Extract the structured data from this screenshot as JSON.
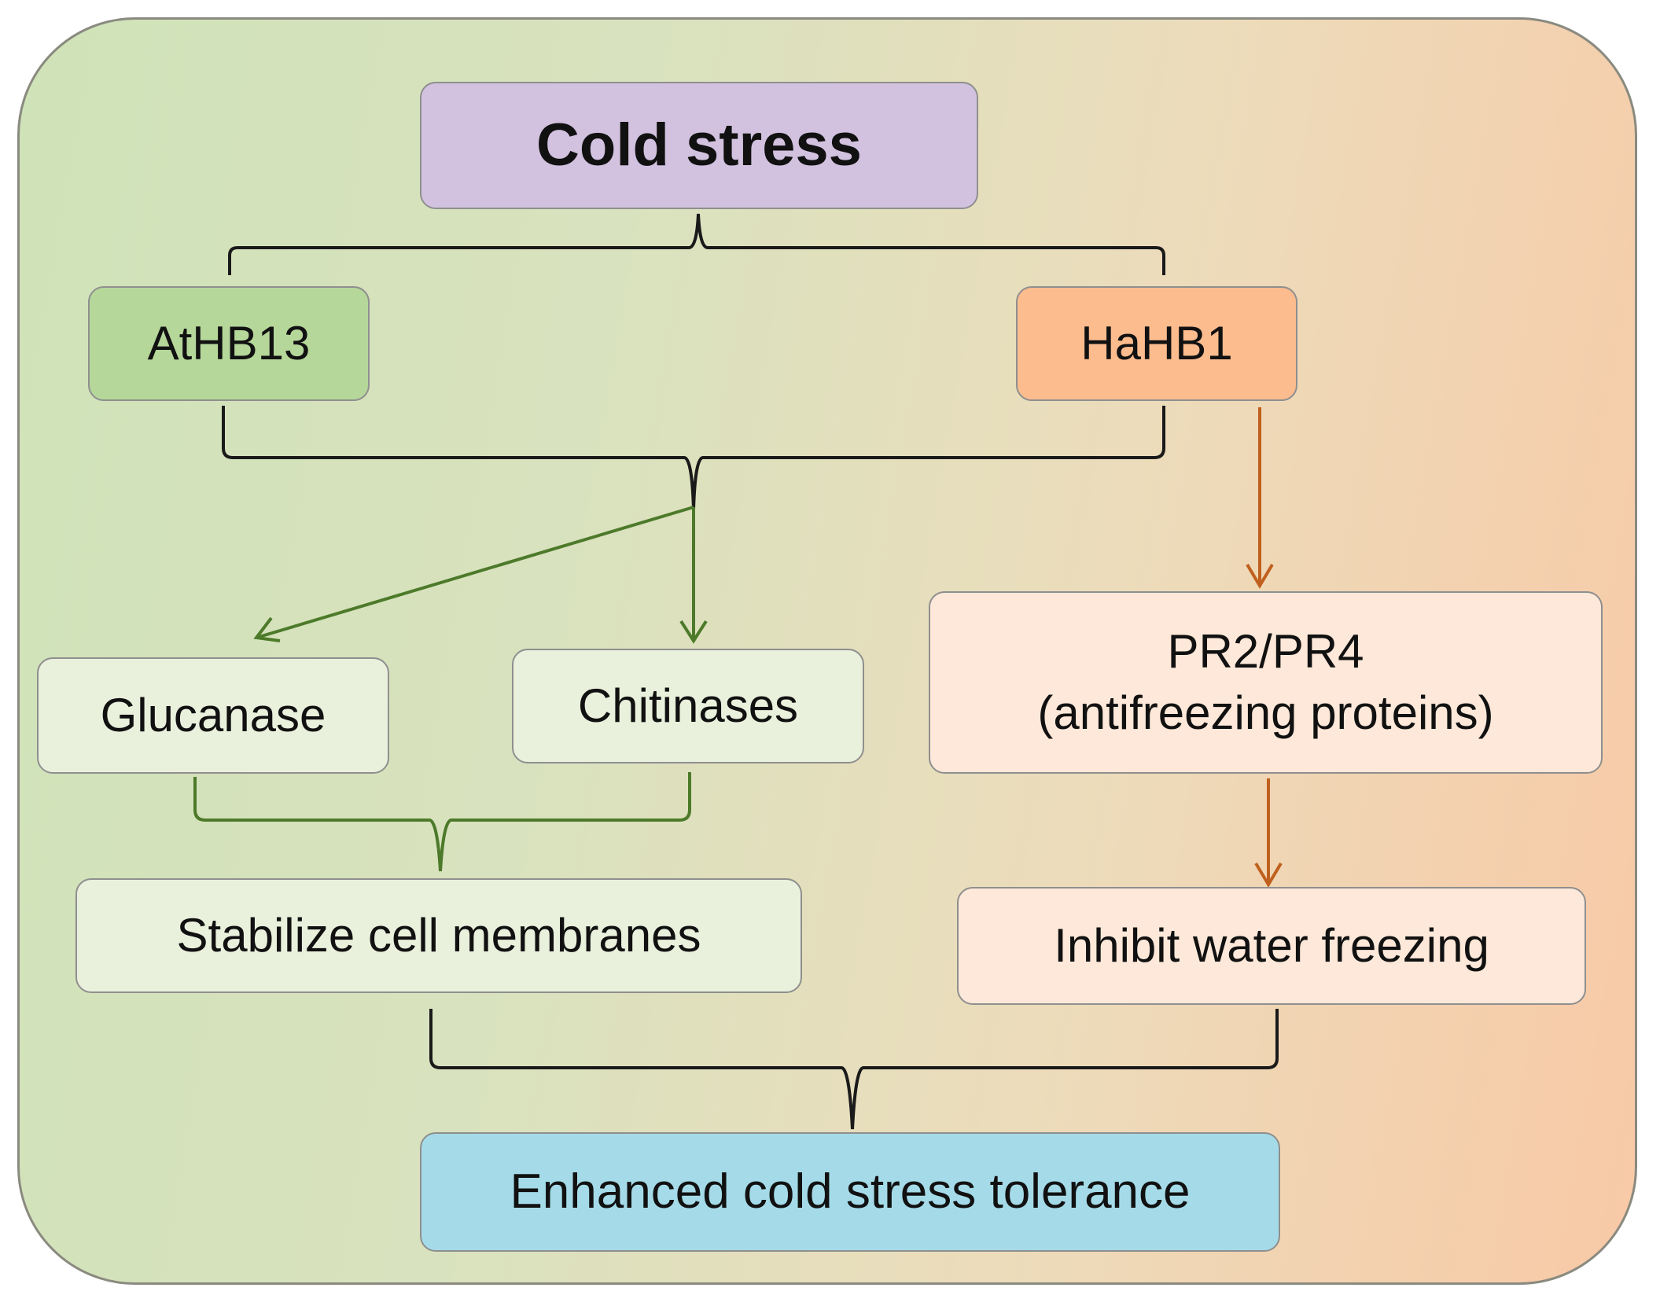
{
  "nodes": {
    "cold_stress": "Cold stress",
    "athb13": "AtHB13",
    "hahb1": "HaHB1",
    "glucanase": "Glucanase",
    "chitinases": "Chitinases",
    "pr_line1": "PR2/PR4",
    "pr_line2": "(antifreezing proteins)",
    "stabilize": "Stabilize cell membranes",
    "inhibit": "Inhibit water freezing",
    "enhanced": "Enhanced cold stress tolerance"
  },
  "colors": {
    "black_connector": "#1a1a1a",
    "green_connector": "#4d7a2a",
    "orange_connector": "#c0601e"
  }
}
